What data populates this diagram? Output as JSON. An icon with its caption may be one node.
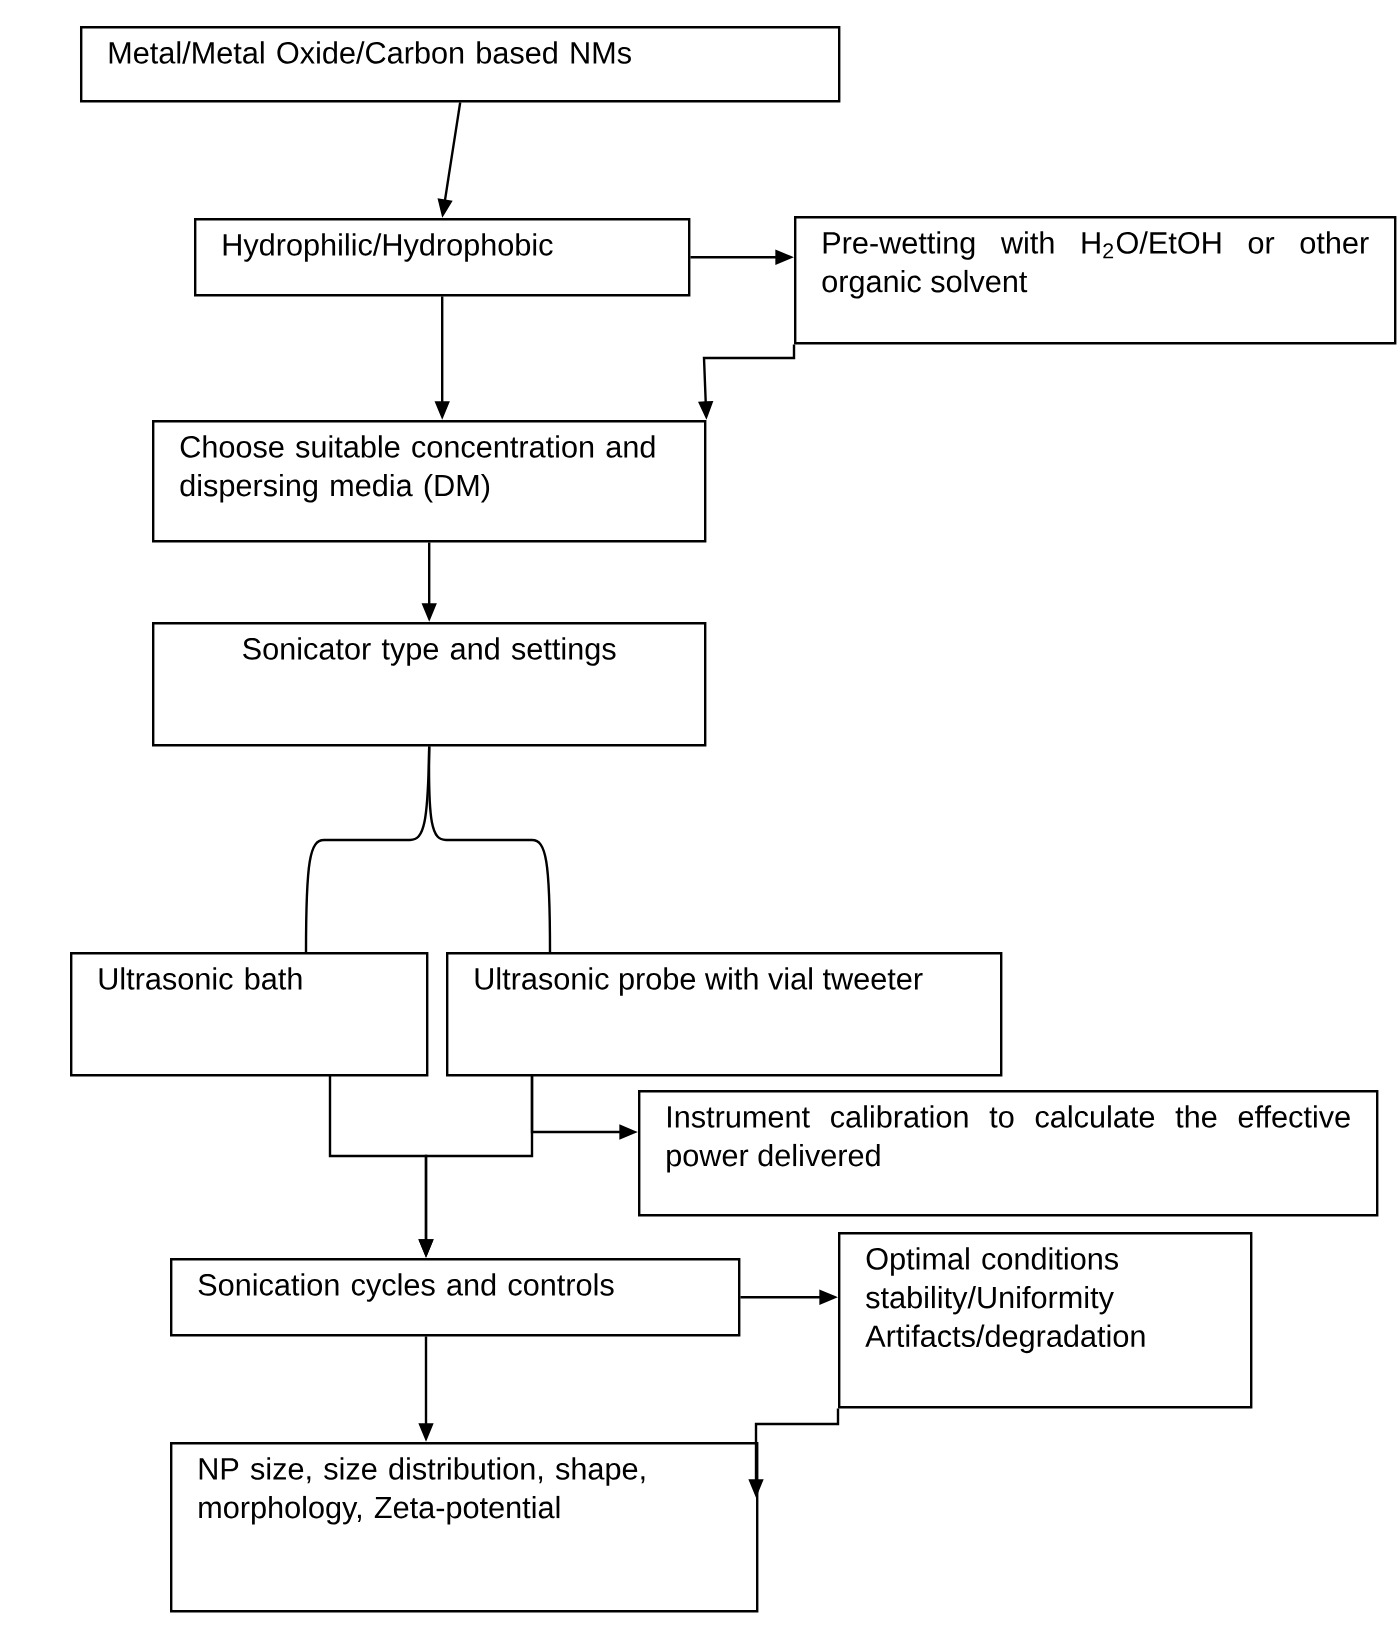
{
  "diagram": {
    "nodes": [
      {
        "text": [
          "Metal/Metal Oxide/Carbon based NMs"
        ]
      },
      {
        "text": [
          "Hydrophilic/Hydrophobic"
        ]
      },
      {
        "text": [
          "Pre-wetting with H$_{2}$O/EtOH or other organic solvent"
        ]
      },
      {
        "text": [
          "Choose suitable concentration and dispersing media (DM)"
        ]
      },
      {
        "text": [
          "Sonicator type and settings"
        ]
      },
      {
        "text": [
          "Ultrasonic bath"
        ]
      },
      {
        "text": [
          "Ultrasonic probe with vial tweeter"
        ]
      },
      {
        "text": [
          "Instrument calibration to calculate the effective power delivered"
        ]
      },
      {
        "text": [
          "Sonication cycles and controls"
        ]
      },
      {
        "text": [
          "Optimal conditions stability/Uniformity Artifacts/degradation"
        ]
      },
      {
        "text": [
          "NP size, size distribution, shape, morphology, Zeta-potential"
        ]
      }
    ],
    "edges": [
      {
        "from": 0,
        "to": 1,
        "arrow": "to"
      },
      {
        "from": 1,
        "to": 2,
        "arrow": "to"
      },
      {
        "from": 1,
        "to": 3,
        "arrow": "to"
      },
      {
        "from": 2,
        "to": 3,
        "arrow": "to"
      },
      {
        "from": 3,
        "to": 4,
        "arrow": "to"
      },
      {
        "from": 4,
        "to": 5,
        "arrow": "none"
      },
      {
        "from": 4,
        "to": 6,
        "arrow": "none"
      },
      {
        "from": 6,
        "to": 7,
        "arrow": "to"
      },
      {
        "from": 5,
        "to": 8,
        "arrow": "to"
      },
      {
        "from": 6,
        "to": 8,
        "arrow": "to"
      },
      {
        "from": 8,
        "to": 9,
        "arrow": "to"
      },
      {
        "from": 8,
        "to": 10,
        "arrow": "to"
      },
      {
        "from": 9,
        "to": 10,
        "arrow": "to"
      }
    ]
  }
}
